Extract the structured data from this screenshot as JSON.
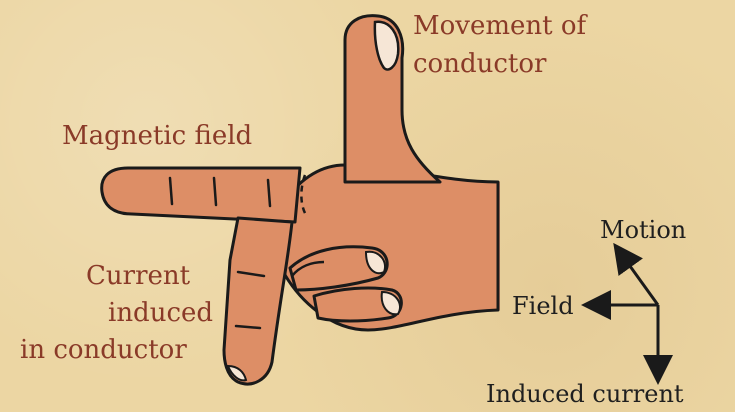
{
  "labels": {
    "movement": [
      "Movement of",
      "conductor"
    ],
    "magnetic_field": "Magnetic field",
    "current": [
      "Current",
      "induced",
      "in conductor"
    ]
  },
  "axes": {
    "motion": "Motion",
    "field": "Field",
    "induced_current": "Induced current"
  },
  "colors": {
    "background": "#ecd6a3",
    "skin": "#dd8e66",
    "skin_light": "#f09e7a",
    "outline": "#1a1a1a",
    "label_text": "#8a3a28",
    "axes_text": "#1f1f1f"
  }
}
